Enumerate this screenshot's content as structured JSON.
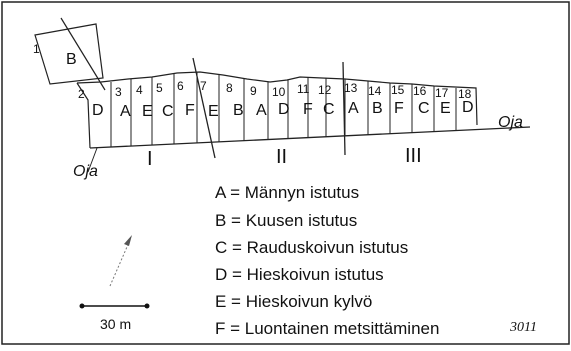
{
  "plots": [
    {
      "num": "1",
      "letter": "B"
    },
    {
      "num": "2",
      "letter": "D"
    },
    {
      "num": "3",
      "letter": "A"
    },
    {
      "num": "4",
      "letter": "E"
    },
    {
      "num": "5",
      "letter": "C"
    },
    {
      "num": "6",
      "letter": "F"
    },
    {
      "num": "7",
      "letter": "E"
    },
    {
      "num": "8",
      "letter": "B"
    },
    {
      "num": "9",
      "letter": "A"
    },
    {
      "num": "10",
      "letter": "D"
    },
    {
      "num": "11",
      "letter": "F"
    },
    {
      "num": "12",
      "letter": "C"
    },
    {
      "num": "13",
      "letter": "A"
    },
    {
      "num": "14",
      "letter": "B"
    },
    {
      "num": "15",
      "letter": "F"
    },
    {
      "num": "16",
      "letter": "C"
    },
    {
      "num": "17",
      "letter": "E"
    },
    {
      "num": "18",
      "letter": "D"
    }
  ],
  "blocks": [
    "I",
    "II",
    "III"
  ],
  "ditch_label_right": "Oja",
  "ditch_label_left": "Oja",
  "legend": [
    "A = Männyn istutus",
    "B = Kuusen istutus",
    "C = Rauduskoivun istutus",
    "D = Hieskoivun istutus",
    "E = Hieskoivun kylvö",
    "F = Luontainen metsittäminen"
  ],
  "scale_label": "30 m",
  "figure_number": "3011"
}
